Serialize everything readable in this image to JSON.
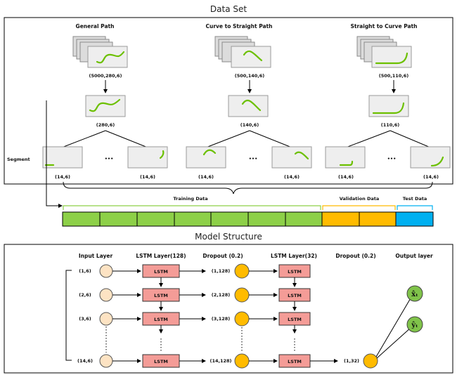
{
  "dataset": {
    "title": "Data Set",
    "paths": [
      {
        "name": "General Path",
        "stack_shape": "(5000,280,6)",
        "single_shape": "(280,6)"
      },
      {
        "name": "Curve to Straight Path",
        "stack_shape": "(500,140,6)",
        "single_shape": "(140,6)"
      },
      {
        "name": "Straight to Curve Path",
        "stack_shape": "(500,110,6)",
        "single_shape": "(110,6)"
      }
    ],
    "segment_label": "Segment",
    "ellipsis": "•••",
    "segment_shape": "(14,6)",
    "training_label": "Training Data",
    "validation_label": "Validation Data",
    "test_label": "Test Data",
    "colors": {
      "training": "#8dd048",
      "validation": "#ffbb00",
      "test": "#00b0f0"
    }
  },
  "model": {
    "title": "Model Structure",
    "headers": {
      "input": "Input Layer",
      "lstm1": "LSTM Layer(128)",
      "dropout1": "Dropout (0.2)",
      "lstm2": "LSTM Layer(32)",
      "dropout2": "Dropout (0.2)",
      "output": "Output layer"
    },
    "cell_label": "LSTM",
    "input_shapes": [
      "(1,6)",
      "(2,6)",
      "(3,6)",
      "(14,6)"
    ],
    "hidden_shapes": [
      "(1,128)",
      "(2,128)",
      "(3,128)",
      "(14,128)"
    ],
    "final_shape": "(1,32)",
    "outputs": [
      "x̂ₜ",
      "ŷₜ"
    ]
  }
}
